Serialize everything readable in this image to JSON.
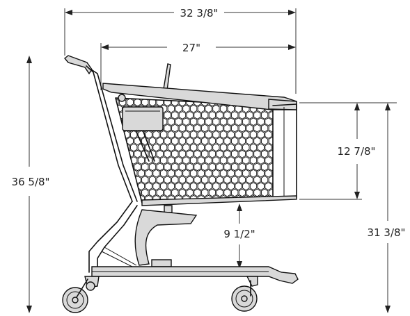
{
  "dimensions": {
    "overall_length": "32 3/8\"",
    "basket_length": "27\"",
    "overall_height": "36 5/8\"",
    "basket_depth": "12 7/8\"",
    "basket_clearance": "9 1/2\"",
    "basket_top_height": "31 3/8\""
  },
  "colors": {
    "line": "#111111",
    "frame_fill": "#d9d9d9",
    "background": "#ffffff"
  }
}
